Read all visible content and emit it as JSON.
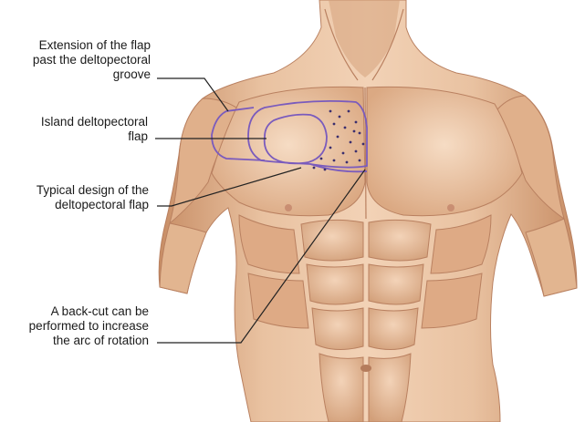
{
  "labels": [
    {
      "id": "flap-extension",
      "lines": [
        "Extension of the flap",
        "past the deltopectoral",
        "groove"
      ]
    },
    {
      "id": "island-flap",
      "lines": [
        "Island deltopectoral",
        "flap"
      ]
    },
    {
      "id": "typical-design",
      "lines": [
        "Typical design of the",
        "deltopectoral flap"
      ]
    },
    {
      "id": "back-cut",
      "lines": [
        "A back-cut can be",
        "performed to increase",
        "the arc of rotation"
      ]
    }
  ],
  "colors": {
    "skin": "#e8bf9e",
    "skin_shadow": "#c8926c",
    "skin_highlight": "#f6dcc4",
    "outline_purple": "#7a5bbd",
    "leader_line": "#222222",
    "dots": "#3b2e6e"
  }
}
